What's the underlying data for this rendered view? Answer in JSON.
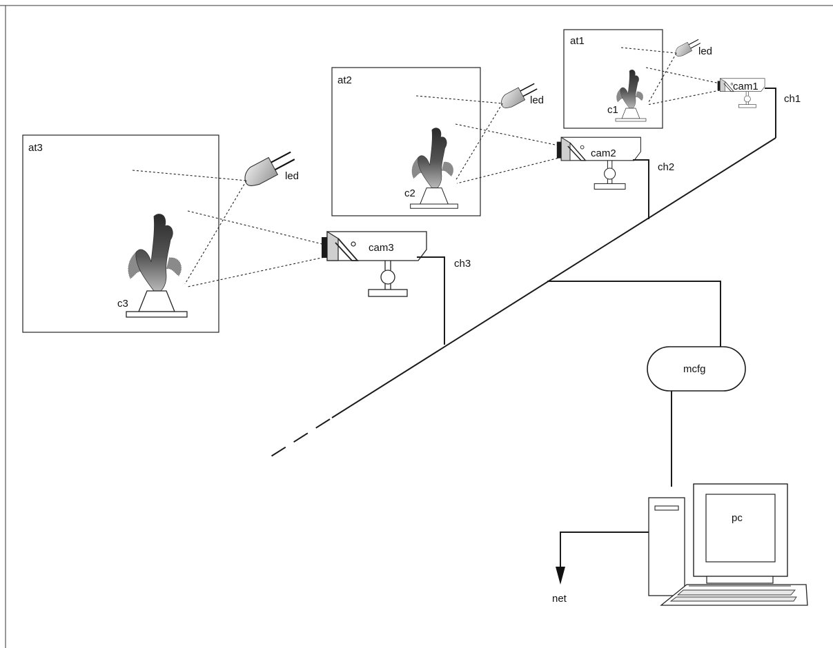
{
  "stations": [
    {
      "area": "at1",
      "led": "led",
      "coral": "c1",
      "camera": "cam1",
      "channel": "ch1"
    },
    {
      "area": "at2",
      "led": "led",
      "coral": "c2",
      "camera": "cam2",
      "channel": "ch2"
    },
    {
      "area": "at3",
      "led": "led",
      "coral": "c3",
      "camera": "cam3",
      "channel": "ch3"
    }
  ],
  "grabber": {
    "label": "mcfg"
  },
  "computer": {
    "label": "pc"
  },
  "network": {
    "label": "net"
  }
}
